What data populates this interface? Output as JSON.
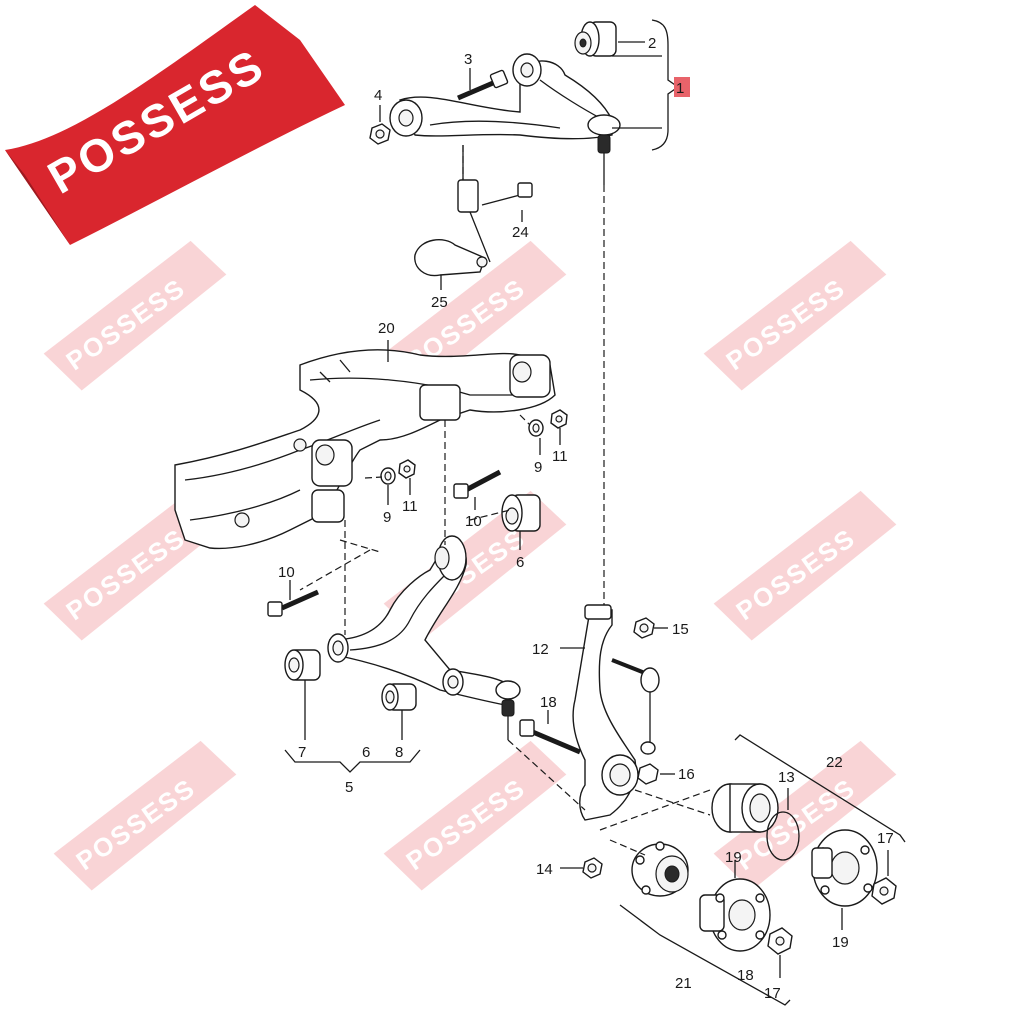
{
  "brand": {
    "logo_text": "POSSESS",
    "color": "#d9262e",
    "watermark_color": "#f2b4b6"
  },
  "callouts": {
    "c1": "1",
    "c2": "2",
    "c3": "3",
    "c4": "4",
    "c5": "5",
    "c6a": "6",
    "c6b": "6",
    "c7": "7",
    "c8": "8",
    "c9a": "9",
    "c9b": "9",
    "c10a": "10",
    "c10b": "10",
    "c11a": "11",
    "c11b": "11",
    "c12": "12",
    "c13": "13",
    "c14": "14",
    "c15": "15",
    "c16": "16",
    "c17a": "17",
    "c17b": "17",
    "c18a": "18",
    "c18b": "18",
    "c19a": "19",
    "c19b": "19",
    "c20": "20",
    "c21": "21",
    "c22": "22",
    "c24": "24",
    "c25": "25"
  },
  "colors": {
    "line": "#1a1a1a",
    "highlight": "#e8636a"
  }
}
